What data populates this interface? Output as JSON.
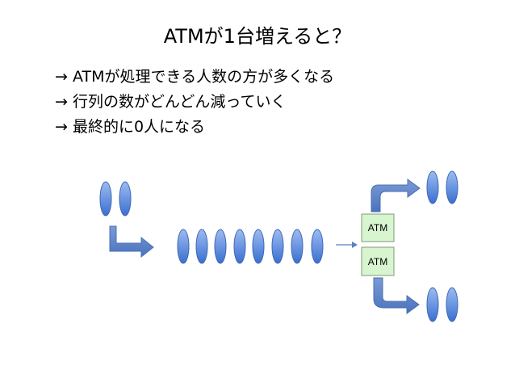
{
  "slide": {
    "title": "ATMが1台増えると？",
    "bullets": [
      "→ ATMが処理できる人数の方が多くなる",
      "→ 行列の数がどんどん減っていく",
      "→ 最終的に0人になる"
    ]
  },
  "diagram": {
    "atm_labels": [
      "ATM",
      "ATM"
    ],
    "queue_people_count": 8,
    "colors": {
      "person_fill_top": "#8fb3ec",
      "person_fill_bottom": "#3a6fd0",
      "person_stroke": "#3d67b8",
      "arrow_fill": "#5a82c8",
      "atm_fill": "#d7f5cf",
      "atm_stroke": "#7f9b7a"
    }
  }
}
